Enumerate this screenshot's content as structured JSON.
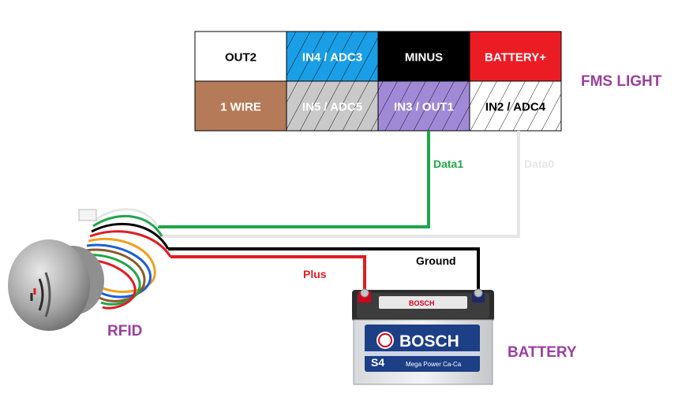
{
  "connector": {
    "title": "FMS LIGHT",
    "title_color": "#9b3fa0",
    "pins": [
      {
        "label": "OUT2",
        "bg": "#ffffff",
        "text_color": "#000000",
        "striped": false
      },
      {
        "label": "IN4 / ADC3",
        "bg": "#1a9fe6",
        "text_color": "#ffffff",
        "striped": true
      },
      {
        "label": "MINUS",
        "bg": "#000000",
        "text_color": "#ffffff",
        "striped": false
      },
      {
        "label": "BATTERY+",
        "bg": "#ec1c24",
        "text_color": "#ffffff",
        "striped": false
      },
      {
        "label": "1 WIRE",
        "bg": "#b57a58",
        "text_color": "#ffffff",
        "striped": false
      },
      {
        "label": "IN5 / ADC5",
        "bg": "#c9c9c9",
        "text_color": "#ffffff",
        "striped": true
      },
      {
        "label": "IN3 / OUT1",
        "bg": "#a08ad8",
        "text_color": "#ffffff",
        "striped": true
      },
      {
        "label": "IN2 / ADC4",
        "bg": "#ffffff",
        "text_color": "#000000",
        "striped": true
      }
    ]
  },
  "wires": {
    "data1": {
      "label": "Data1",
      "color": "#1fa64a"
    },
    "data0": {
      "label": "Data0",
      "color": "#e6e6e6"
    },
    "ground": {
      "label": "Ground",
      "color": "#000000"
    },
    "plus": {
      "label": "Plus",
      "color": "#e11b22"
    }
  },
  "rfid": {
    "label": "RFID",
    "label_color": "#9b3fa0"
  },
  "battery": {
    "label": "BATTERY",
    "label_color": "#9b3fa0",
    "brand": "BOSCH",
    "model": "S4",
    "subtitle": "Mega Power Ca-Ca"
  }
}
